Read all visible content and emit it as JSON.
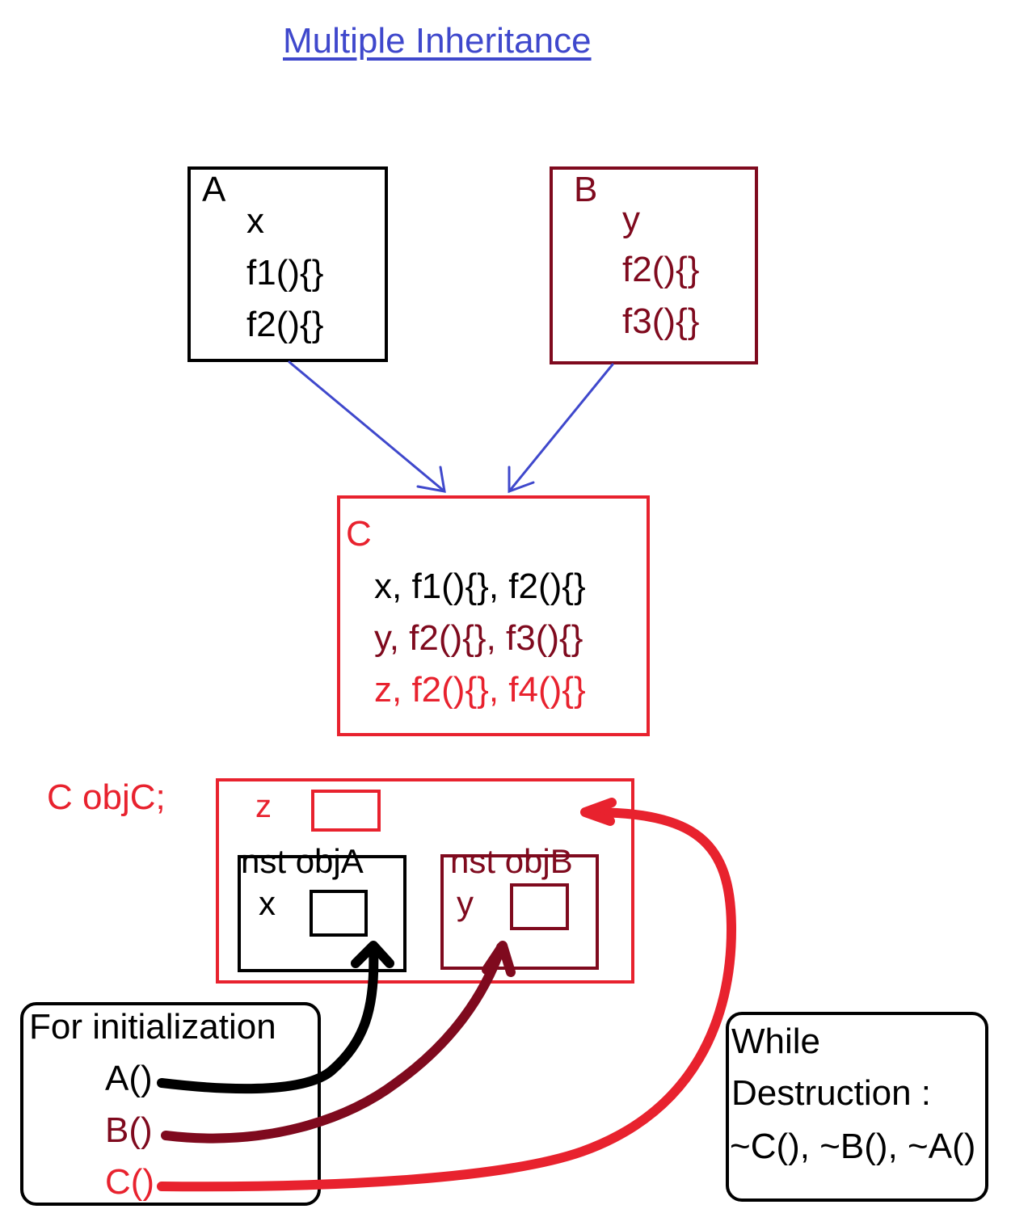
{
  "title": "Multiple Inheritance",
  "colors": {
    "black": "#000000",
    "dark_red": "#7f0a1e",
    "red": "#e8222e",
    "blue": "#3f48cc"
  },
  "class_a": {
    "name": "A",
    "members": [
      "x",
      "f1(){}",
      "f2(){}"
    ]
  },
  "class_b": {
    "name": "B",
    "members": [
      "y",
      "f2(){}",
      "f3(){}"
    ]
  },
  "class_c": {
    "name": "C",
    "line_from_a": "x, f1(){}, f2(){}",
    "line_from_b": "y, f2(){}, f3(){}",
    "line_own": "z, f2(){}, f4(){}"
  },
  "object": {
    "declaration": "C objC;",
    "own_member": "z",
    "sub_a": {
      "label": "nst objA",
      "member": "x"
    },
    "sub_b": {
      "label": "nst objB",
      "member": "y"
    }
  },
  "initialization": {
    "heading": "For initialization",
    "calls": [
      "A()",
      "B()",
      "C()"
    ]
  },
  "destruction": {
    "line1": "While",
    "line2": "Destruction :",
    "line3": "~C(), ~B(), ~A()"
  }
}
